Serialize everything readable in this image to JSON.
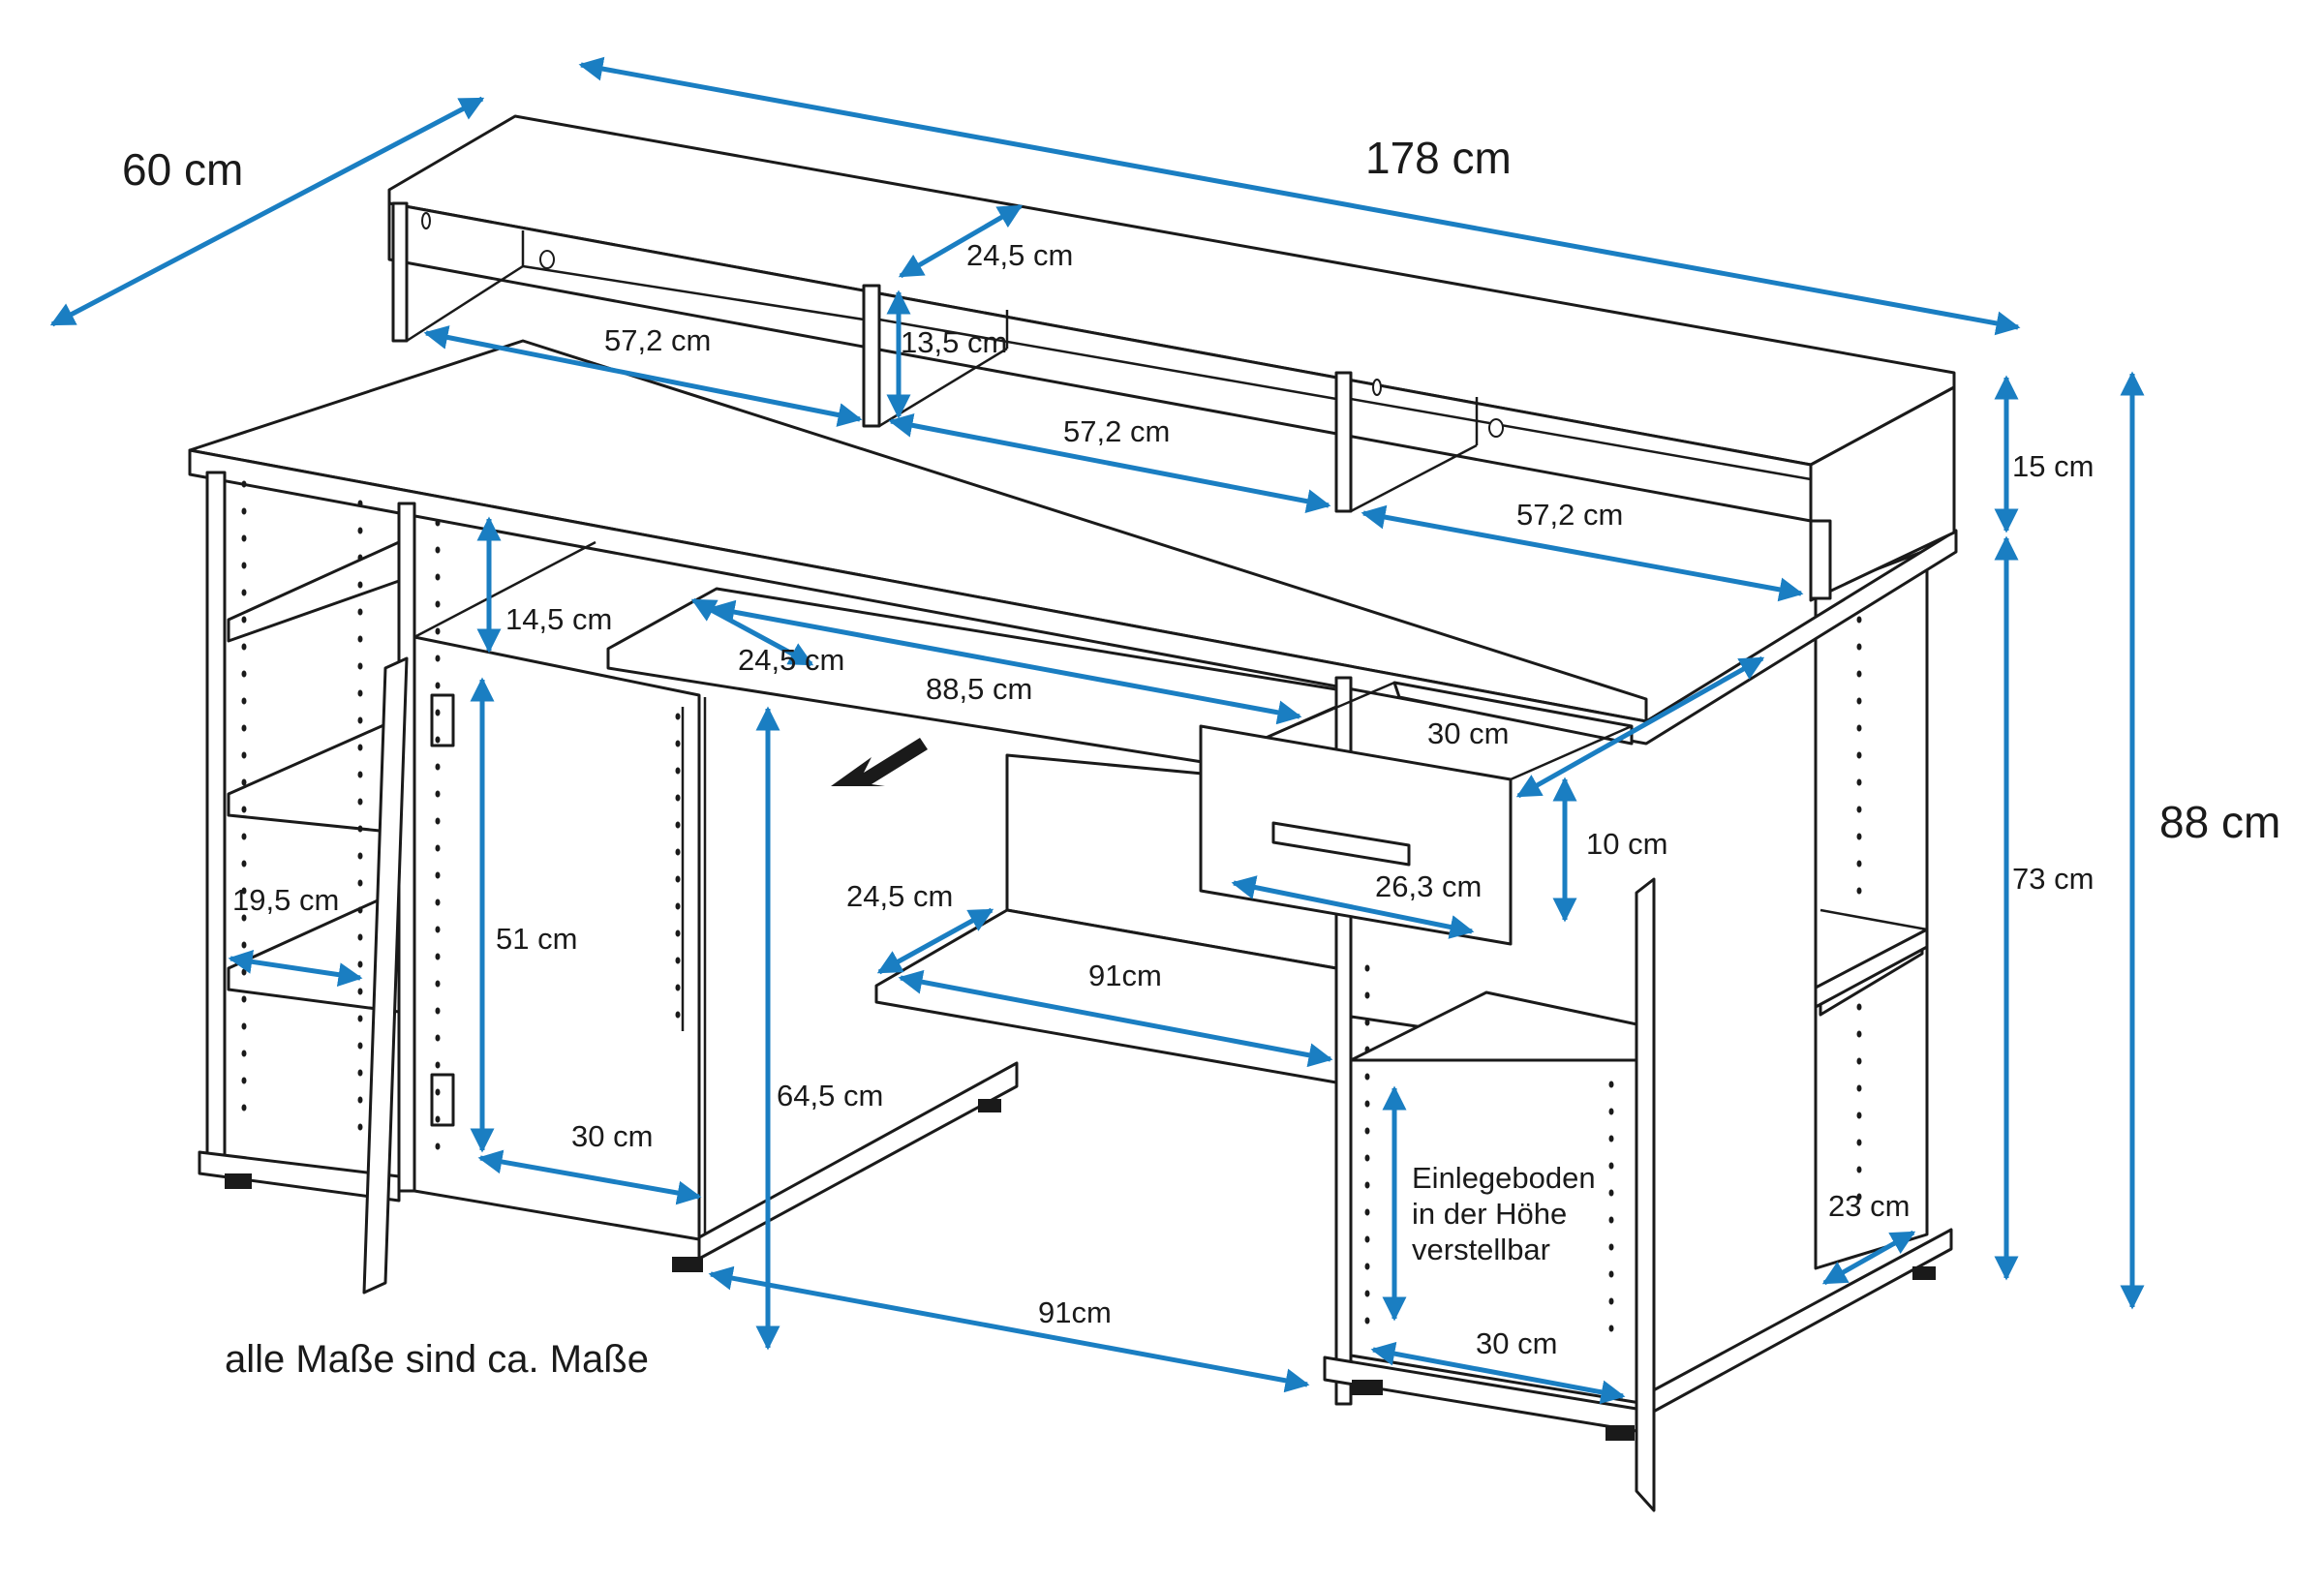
{
  "dimensions": {
    "depth_total": "60 cm",
    "width_total": "178 cm",
    "height_total": "88 cm",
    "height_desk": "73 cm",
    "height_top_shelf": "15 cm",
    "shelf_depth_top": "24,5 cm",
    "shelf_height_top": "13,5 cm",
    "shelf_width_left": "57,2 cm",
    "shelf_width_center": "57,2 cm",
    "shelf_width_right": "57,2 cm",
    "keyboard_tray_height": "14,5 cm",
    "keyboard_tray_depth": "24,5 cm",
    "keyboard_tray_width": "88,5 cm",
    "drawer_depth": "30 cm",
    "drawer_height": "10 cm",
    "drawer_width": "26,3 cm",
    "left_shelf_depth": "19,5 cm",
    "cabinet_height": "51 cm",
    "cabinet_depth": "30 cm",
    "leg_clearance_height": "64,5 cm",
    "foot_shelf_depth": "24,5 cm",
    "foot_shelf_width": "91cm",
    "knee_space_width": "91cm",
    "right_cabinet_depth": "30 cm",
    "right_shelf_depth": "23 cm"
  },
  "note_lines": [
    "Einlegeboden",
    "in der Höhe",
    "verstellbar"
  ],
  "disclaimer": "alle Maße sind ca. Maße",
  "colors": {
    "dimension_line": "#1a7ec2",
    "outline": "#1a1a1a",
    "background": "#ffffff"
  }
}
